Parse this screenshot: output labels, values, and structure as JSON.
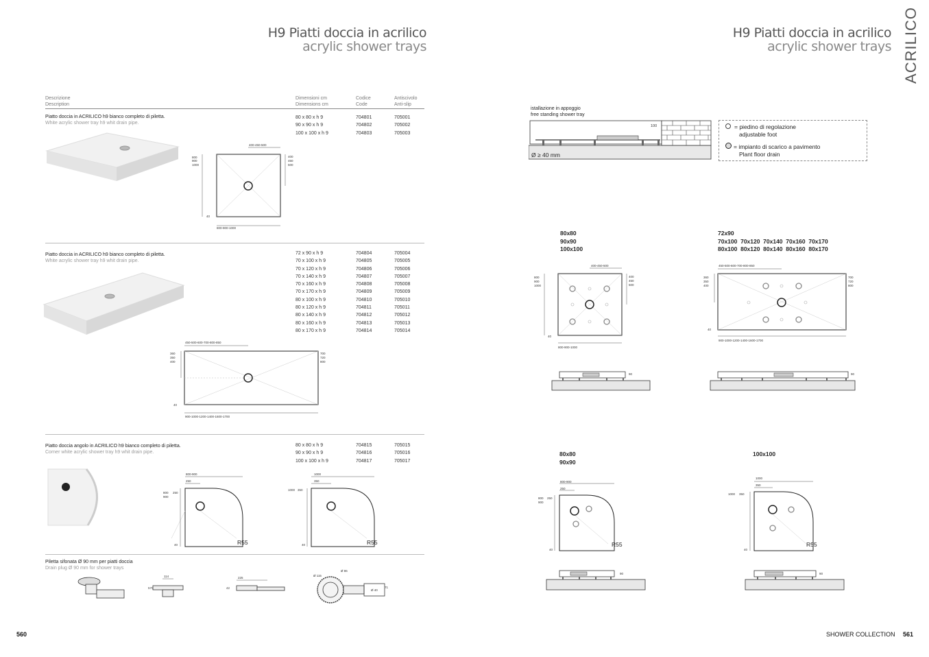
{
  "left_page": {
    "title": "H9  Piatti doccia in acrilico",
    "subtitle": "acrylic shower trays",
    "headers": {
      "descrizione": "Descrizione",
      "description": "Description",
      "dimensioni": "Dimensioni cm",
      "dimensions": "Dimensions cm",
      "codice": "Codice",
      "code": "Code",
      "antiscivolo": "Antiscivolo",
      "antislip": "Anti-slip"
    },
    "sections": [
      {
        "desc_it": "Piatto doccia in ACRILICO h9 bianco completo di piletta.",
        "desc_en": "White acrylic shower tray h9 whit drain pipe.",
        "dims": [
          "80 x 80 x h 9",
          "90 x 90 x h 9",
          "100 x 100 x h 9"
        ],
        "codes": [
          "704801",
          "704802",
          "704803"
        ],
        "antislip": [
          "705001",
          "705002",
          "705003"
        ]
      },
      {
        "desc_it": "Piatto doccia in ACRILICO h9 bianco completo di piletta.",
        "desc_en": "White acrylic shower tray h9 whit drain pipe.",
        "dims": [
          "72 x 90 x h 9",
          "70 x 100 x h 9",
          "70 x 120 x h 9",
          "70 x 140 x h 9",
          "70 x 160 x h 9",
          "70 x 170 x h 9",
          "80 x 100 x h 9",
          "80 x 120 x h 9",
          "80 x 140 x h 9",
          "80 x 160 x h 9",
          "80 x 170 x h 9"
        ],
        "codes": [
          "704804",
          "704805",
          "704806",
          "704807",
          "704808",
          "704809",
          "704810",
          "704811",
          "704812",
          "704813",
          "704814"
        ],
        "antislip": [
          "705004",
          "705005",
          "705006",
          "705007",
          "705008",
          "705009",
          "705010",
          "705011",
          "705012",
          "705013",
          "705014"
        ]
      },
      {
        "desc_it": "Piatto doccia angolo in ACRILICO h9 bianco completo di piletta.",
        "desc_en": "Corner white acrylic shower tray h9 whit drain pipe.",
        "dims": [
          "80 x 80 x h 9",
          "90 x 90 x h 9",
          "100 x 100 x h 9"
        ],
        "codes": [
          "704815",
          "704816",
          "704817"
        ],
        "antislip": [
          "705015",
          "705016",
          "705017"
        ]
      }
    ],
    "drain": {
      "desc_it": "Piletta sifonata Ø 90 mm per piatti doccia",
      "desc_en": "Drain plug Ø 90 mm for shower trays",
      "dims": [
        "114",
        "570",
        "225",
        "42",
        "Ø 115",
        "Ø 86",
        "Ø 40",
        "71"
      ]
    },
    "sq_dims": {
      "top": "400-450-500",
      "left1": "800",
      "left2": "900",
      "left3": "1000",
      "right1": "400",
      "right2": "450",
      "right3": "500",
      "bottom": "800-900-1000",
      "h": "40"
    },
    "rect_dims": {
      "top": "450-500-600-700-800-850",
      "left1": "360",
      "left2": "350",
      "left3": "400",
      "right1": "700",
      "right2": "720",
      "right3": "800",
      "bottom": "900-1000-1200-1400-1600-1700",
      "h": "40"
    },
    "corner_dims": {
      "a_top": "800-900",
      "a_in": "250",
      "a_l1": "800",
      "a_l2": "900",
      "a_l3": "250",
      "b_top": "1000",
      "b_in": "350",
      "b_l1": "1000",
      "b_l2": "350",
      "h": "40",
      "r": "R55"
    },
    "page_number": "560"
  },
  "right_page": {
    "title": "H9  Piatti doccia in acrilico",
    "subtitle": "acrylic shower trays",
    "side_label": "ACRILICO",
    "install": {
      "it": "istallazione in appoggio",
      "en": "free standing shower tray",
      "h": "100",
      "floor": "Ø ≥ 40 mm"
    },
    "legend": {
      "foot_it": "= piedino di regolazione",
      "foot_en": "adjustable foot",
      "drain_it": "= impianto di scarico a pavimento",
      "drain_en": "Plant floor drain"
    },
    "group1": {
      "l1": "80x80",
      "l2": "90x90",
      "l3": "100x100"
    },
    "group2": {
      "l1": "72x90",
      "l2": "70x100  70x120  70x140  70x160  70x170",
      "l3": "80x100  80x120  80x140  80x160  80x170"
    },
    "group3": {
      "l1": "80x80",
      "l2": "90x90"
    },
    "group4": {
      "l1": "100x100"
    },
    "side_h": "90",
    "footer": "SHOWER COLLECTION",
    "page_number": "561"
  }
}
